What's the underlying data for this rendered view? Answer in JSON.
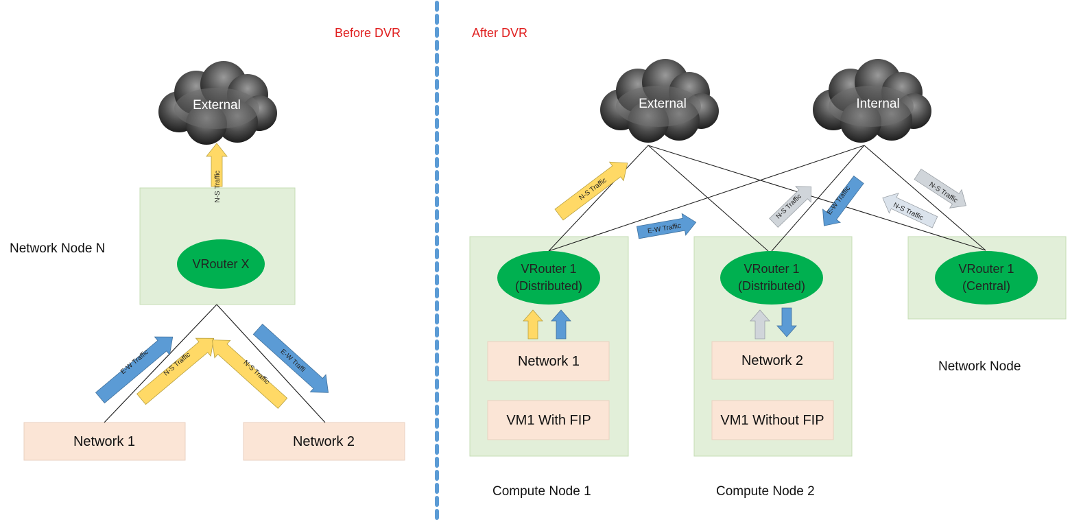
{
  "colors": {
    "node_box_fill": "#e2efd9",
    "node_box_stroke": "#c5dcb4",
    "network_box_fill": "#fbe5d6",
    "network_box_stroke": "#ead1c0",
    "router_fill": "#00b050",
    "router_text": "#222222",
    "ns_arrow": "#ffd966",
    "ew_arrow": "#5b9bd5",
    "gray_arrow": "#d0d5da",
    "header_red": "#e02020",
    "divider": "#5b9bd5"
  },
  "before": {
    "header": "Before DVR",
    "cloud_label": "External",
    "node_label": "Network Node N",
    "router_label": "VRouter X",
    "network1": "Network 1",
    "network2": "Network 2",
    "arrows": {
      "ns_up": "N-S Traffic",
      "ew_left": "E-W Traffic",
      "ns_left": "N-S Traffic",
      "ns_right": "N-S Traffic",
      "ew_right": "E-W Traffi"
    }
  },
  "after": {
    "header": "After DVR",
    "cloud_external": "External",
    "cloud_internal": "Internal",
    "compute1": {
      "label": "Compute Node 1",
      "router_line1": "VRouter 1",
      "router_line2": "(Distributed)",
      "network": "Network 1",
      "vm": "VM1 With FIP"
    },
    "compute2": {
      "label": "Compute Node 2",
      "router_line1": "VRouter 1",
      "router_line2": "(Distributed)",
      "network": "Network 2",
      "vm": "VM1 Without FIP"
    },
    "network_node": {
      "label": "Network Node",
      "router_line1": "VRouter 1",
      "router_line2": "(Central)"
    },
    "arrows": {
      "ns_c1": "N-S Traffic",
      "ew_c1": "E-W Traffic",
      "ns_c2": "N-S Traffic",
      "ew_c2": "E-W Traffic",
      "ns_nn_in": "N-S Traffic",
      "ns_nn_out": "N-S Traffic"
    }
  }
}
